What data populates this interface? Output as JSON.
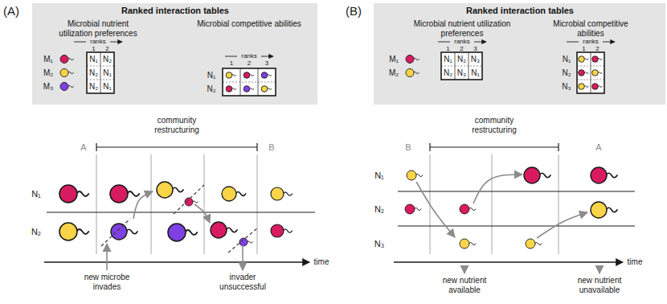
{
  "diagram": {
    "nodes": [
      {
        "text": [
          "Ranked interaction tables"
        ]
      },
      {
        "text": [
          "Microbial nutrient utilization preferences"
        ],
        "in": 0
      },
      {
        "text": [
          "Microbial competitive abilities"
        ],
        "in": 0
      },
      {
        "text": [
          "Ranked interaction tables"
        ]
      },
      {
        "text": [
          "Microbial nutrient utilization preferences"
        ],
        "in": 3
      },
      {
        "text": [
          "Microbial competitive abilities"
        ],
        "in": 3
      }
    ],
    "labels": [
      "(A)",
      "(B)",
      "ranks",
      "1",
      "2",
      "M₁",
      "N₁",
      "N₂",
      "M₂",
      "N₂",
      "N₁",
      "M₃",
      "N₂",
      "N₁",
      "ranks",
      "1",
      "2",
      "3",
      "N₁",
      "N₂",
      "A",
      "B",
      "community restructuring",
      "N₁",
      "N₂",
      "new microbe invades",
      "invader unsuccessful",
      "time",
      "ranks",
      "1",
      "2",
      "3",
      "M₁",
      "N₁",
      "N₂",
      "N₃",
      "M₂",
      "N₂",
      "N₃",
      "N₁",
      "ranks",
      "1",
      "2",
      "N₁",
      "N₂",
      "N₃",
      "B",
      "A",
      "community restructuring",
      "N₁",
      "N₂",
      "N₃",
      "new nutrient available",
      "new nutrient unavailable",
      "time"
    ]
  }
}
